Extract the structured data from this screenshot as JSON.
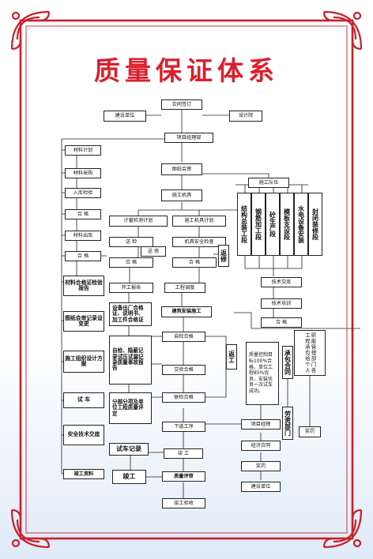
{
  "title": "质量保证体系",
  "colors": {
    "frame": "#c8202a",
    "title": "#dc1e2c",
    "lines": "#222222",
    "background_bottom": "#dfeaf8"
  },
  "boxes": {
    "contract": "合同签订",
    "builder": "建设单位",
    "design_institute": "设计院",
    "project_manager": "项目经理部",
    "material_plan": "材料计划",
    "material_purchase": "材料采购",
    "incoming_inspection": "入库检验",
    "qualified_1": "合  格",
    "material_issue": "材料出库",
    "qualified_2": "合  格",
    "material_cert": "材料合格证检验报告",
    "drawing_review": "图纸会审",
    "construction_machinery": "施工机具",
    "measurement_plan": "计量检测计划",
    "machinery_plan": "施工机具计划",
    "submit_inspection": "送  检",
    "send_repair_1": "送  修",
    "qualified_3": "合  格",
    "machinery_safety_check": "机具安全检查",
    "send_repair_2": "返修",
    "qualified_4": "合  格",
    "construction_team": "施工队伍",
    "teams": [
      "结构总装工段",
      "钢筋加工段",
      "砼生产段",
      "模板支设段",
      "水电设备安装",
      "封闭装修段"
    ],
    "tech_briefing": "技术交底",
    "tech_training": "技术培训",
    "qualified_5": "合  格",
    "drawing_change": "图纸会审记录设变更",
    "start_report": "开工报告",
    "construction_adjust": "工程调度",
    "build_safe": "建筑安装施工",
    "factory_cert": "设备出厂合格证、说明书、加工件合格证",
    "self_check": "自检合格",
    "hidden_record": "自检、隐蔽记录试压试漏记录质量事故报告",
    "handover_qualified": "交验合格",
    "rework": "返工",
    "division_eval": "分部分项及单位工程质量评定",
    "joint_qualified": "联检合格",
    "construction_org": "施工组织设计方案",
    "trial_run": "试  车",
    "safety_tech": "安全技术交底",
    "next_process": "下道工序",
    "trial_record": "试车记录",
    "completion_small": "竣  工",
    "completion": "竣工",
    "quality_eval": "质量评审",
    "completion_acceptance": "竣工验收",
    "completion_docs": "竣工资料",
    "quality_target": "质量控制目标100%合格，单位工程85%优良，安装优良一次试车成功。",
    "contract_vertical": "承包合同",
    "labor_dept": "劳资部门",
    "project_manager_2": "项目经理",
    "economic_contract": "经济合同",
    "reward": "奖罚",
    "builder_2": "建设单位",
    "function_dept": "职能管理部门各工程承包给个人",
    "reward_2": "奖罚"
  }
}
